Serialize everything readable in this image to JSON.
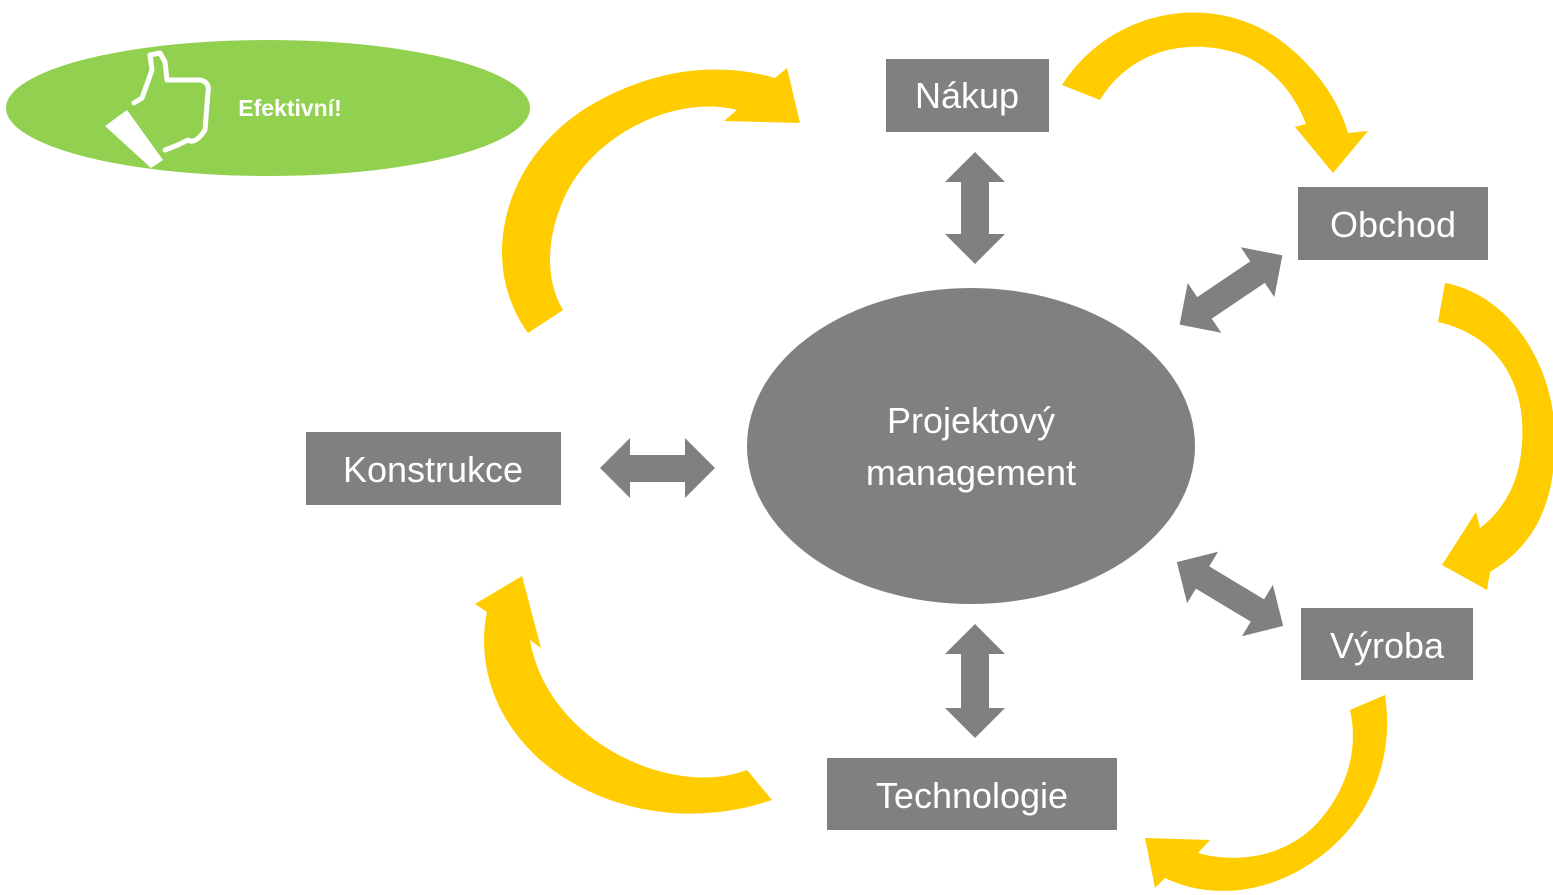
{
  "badge": {
    "label": "Efektivní!",
    "color": "#92d050",
    "icon": "thumbs-up-icon"
  },
  "center": {
    "line1": "Projektový",
    "line2": "management",
    "color": "#808080"
  },
  "nodes": {
    "nakup": "Nákup",
    "obchod": "Obchod",
    "vyroba": "Výroba",
    "technologie": "Technologie",
    "konstrukce": "Konstrukce"
  },
  "colors": {
    "node_fill": "#808080",
    "text": "#ffffff",
    "cycle_arrow": "#ffcc00",
    "link_arrow": "#808080"
  }
}
